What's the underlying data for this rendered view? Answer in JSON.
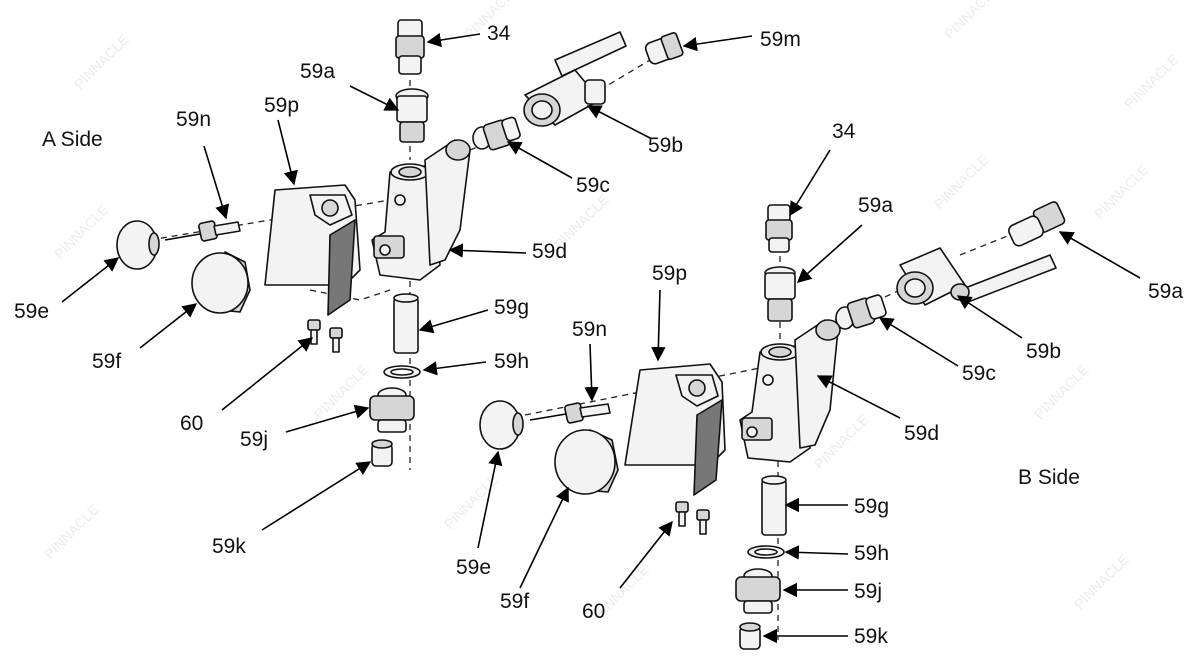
{
  "labels": {
    "side_a": "A Side",
    "side_b": "B Side",
    "a_34": "34",
    "a_59a": "59a",
    "a_59m": "59m",
    "a_59b": "59b",
    "a_59c": "59c",
    "a_59n": "59n",
    "a_59p": "59p",
    "a_59d": "59d",
    "a_59e": "59e",
    "a_59f": "59f",
    "a_59g": "59g",
    "a_59h": "59h",
    "a_60": "60",
    "a_59j": "59j",
    "a_59k": "59k",
    "b_34": "34",
    "b_59a_top": "59a",
    "b_59a_right": "59a",
    "b_59p": "59p",
    "b_59n": "59n",
    "b_59b": "59b",
    "b_59c": "59c",
    "b_59d": "59d",
    "b_59e": "59e",
    "b_59f": "59f",
    "b_59g": "59g",
    "b_59h": "59h",
    "b_60": "60",
    "b_59j": "59j",
    "b_59k": "59k"
  },
  "watermark": {
    "text": "PINNACLE"
  },
  "colors": {
    "line": "#111111",
    "watermark": "#ececec",
    "part_fill": "#f3f3f3",
    "part_shade": "#d6d6d6",
    "gasket": "#777777"
  }
}
